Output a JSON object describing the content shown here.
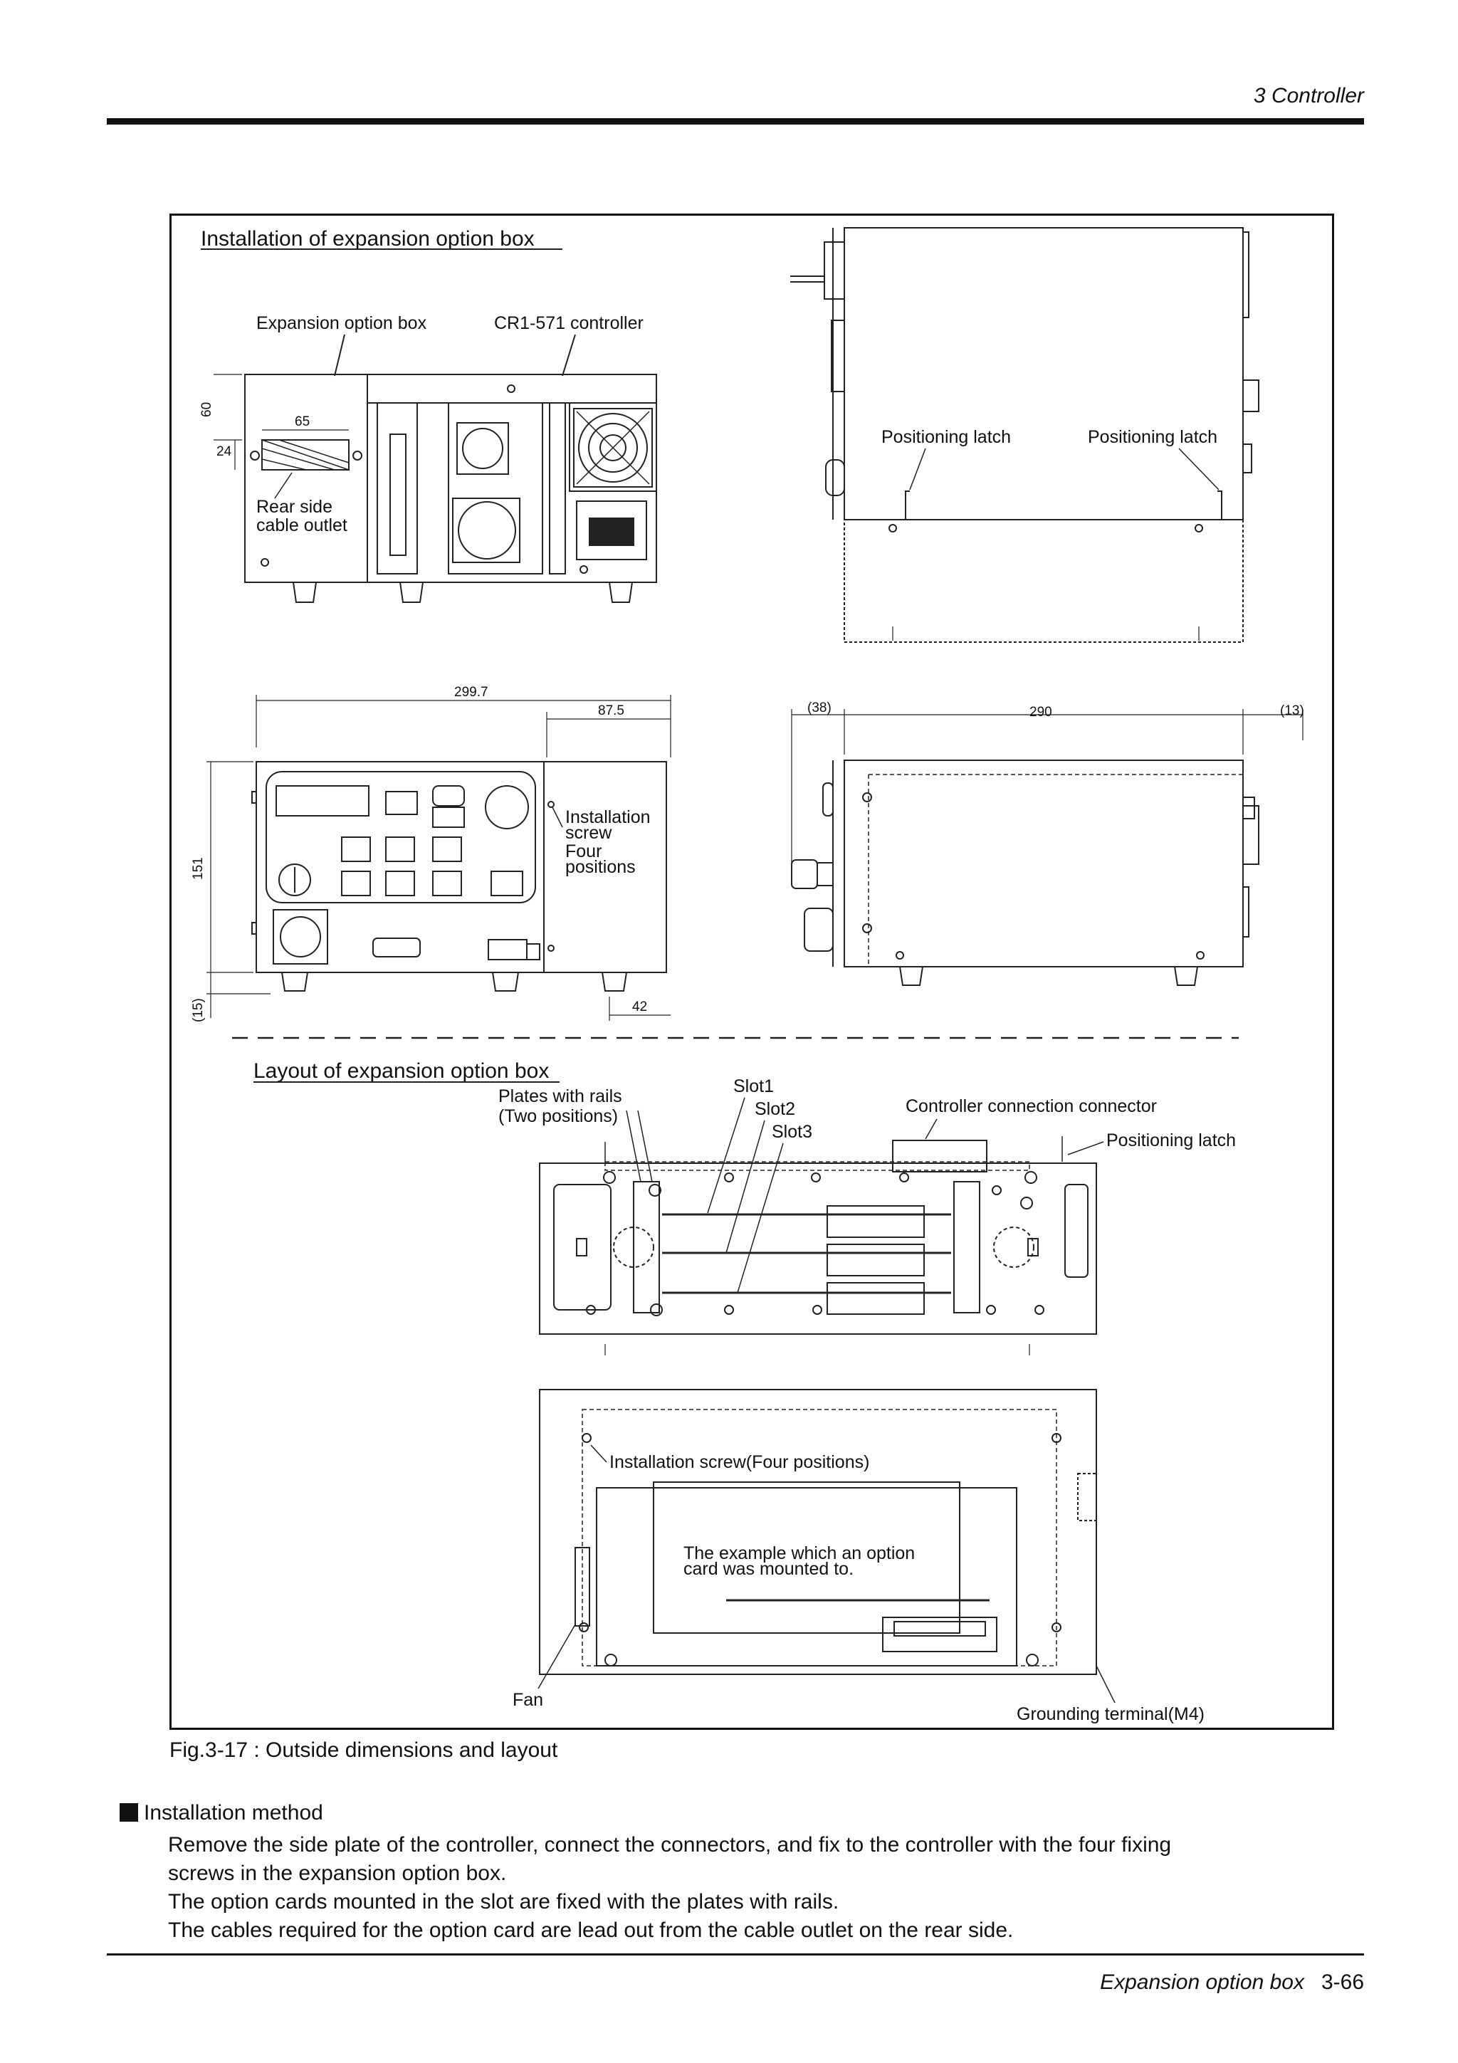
{
  "header": {
    "chapter": "3 Controller"
  },
  "figure": {
    "install_title": "Installation of expansion option box",
    "expansion_box_label": "Expansion option box",
    "controller_label": "CR1-571 controller",
    "dim_60": "60",
    "dim_65": "65",
    "dim_24": "24",
    "rear_outlet_line1": "Rear side",
    "rear_outlet_line2": "cable outlet",
    "positioning_latch": "Positioning latch",
    "dim_299_7": "299.7",
    "dim_87_5": "87.5",
    "dim_151": "151",
    "dim_15": "(15)",
    "dim_42": "42",
    "install_screw_line1": "Installation",
    "install_screw_line2": "screw",
    "install_screw_line3": "Four",
    "install_screw_line4": "positions",
    "dim_38": "(38)",
    "dim_290": "290",
    "dim_13": "(13)",
    "layout_title": "Layout of expansion option box",
    "plates_line1": "Plates with rails",
    "plates_line2": "(Two positions)",
    "slot1": "Slot1",
    "slot2": "Slot2",
    "slot3": "Slot3",
    "controller_connector": "Controller connection connector",
    "positioning_latch_2": "Positioning latch",
    "install_screw_four": "Installation screw(Four positions)",
    "example_line1": "The example which an option",
    "example_line2": "card was mounted to.",
    "fan": "Fan",
    "grounding": "Grounding terminal(M4)"
  },
  "caption": "Fig.3-17 : Outside dimensions and layout",
  "section_title": "Installation method",
  "body_lines": [
    "Remove the side plate of the controller, connect the connectors, and fix to the controller with the four fixing",
    "screws in the expansion option box.",
    "The option cards mounted in the slot are fixed with the plates with rails.",
    "The cables required for the option card are lead out from the cable outlet on the rear side."
  ],
  "footer": {
    "section": "Expansion option box",
    "page": "3-66"
  }
}
